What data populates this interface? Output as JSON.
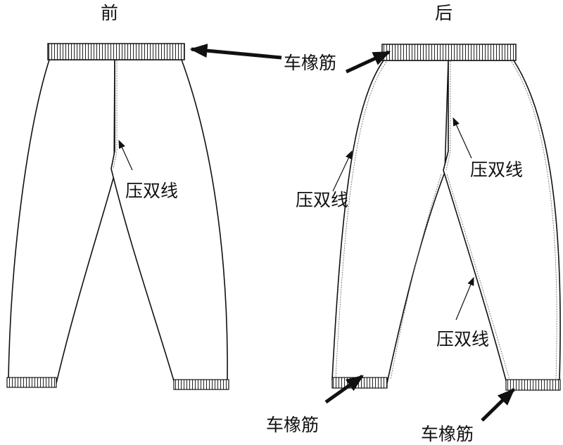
{
  "labels": {
    "front": "前",
    "back": "后",
    "waist_elastic": "车橡筋",
    "front_double_stitch": "压双线",
    "back_side_double_stitch": "压双线",
    "back_center_double_stitch": "压双线",
    "back_inseam_double_stitch": "压双线",
    "left_cuff_elastic": "车橡筋",
    "right_cuff_elastic": "车橡筋"
  },
  "colors": {
    "line": "#111111",
    "background": "#ffffff"
  }
}
